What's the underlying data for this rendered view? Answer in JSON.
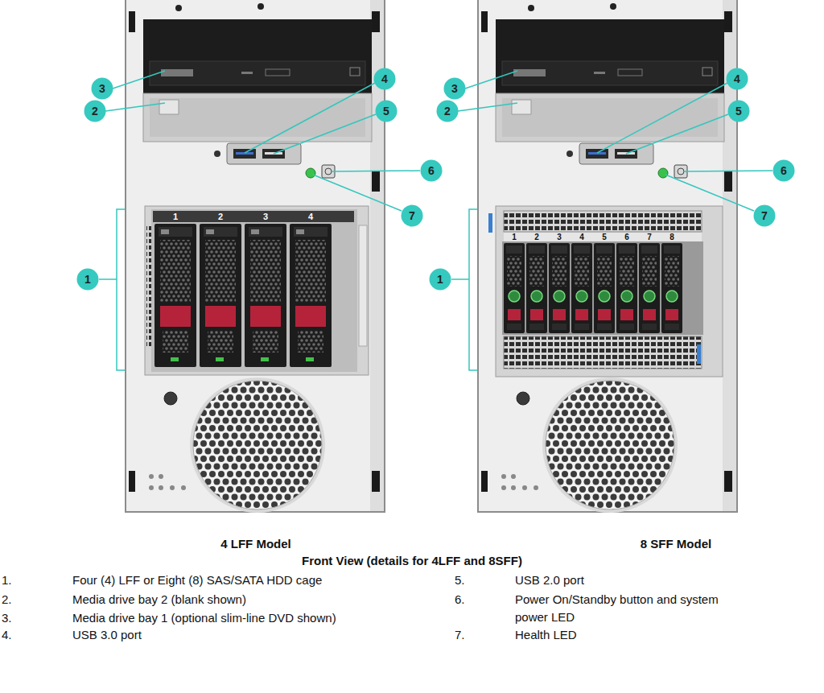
{
  "diagram": {
    "title": "Front View (details for 4LFF and 8SFF)",
    "nodes": [
      {
        "text": [
          "3"
        ]
      },
      {
        "text": [
          "2"
        ]
      },
      {
        "text": [
          "4"
        ]
      },
      {
        "text": [
          "5"
        ]
      },
      {
        "text": [
          "6"
        ]
      },
      {
        "text": [
          "7"
        ]
      },
      {
        "text": [
          "1"
        ]
      },
      {
        "text": [
          "3"
        ]
      },
      {
        "text": [
          "2"
        ]
      },
      {
        "text": [
          "4"
        ]
      },
      {
        "text": [
          "5"
        ]
      },
      {
        "text": [
          "6"
        ]
      },
      {
        "text": [
          "7"
        ]
      },
      {
        "text": [
          "1"
        ]
      }
    ],
    "labels": [
      "1",
      "2",
      "3",
      "4",
      "1",
      "2",
      "3",
      "4",
      "5",
      "6",
      "7",
      "8",
      "4 LFF Model",
      "8 SFF Model",
      "1.",
      "Four (4) LFF or Eight (8) SAS/SATA HDD cage",
      "5.",
      "USB 2.0 port",
      "2.",
      "Media drive bay 2 (blank shown)",
      "6.",
      "Power On/Standby button and system power LED",
      "3.",
      "Media drive bay 1 (optional slim-line DVD shown)",
      "4.",
      "USB 3.0 port",
      "7.",
      "Health LED"
    ]
  }
}
